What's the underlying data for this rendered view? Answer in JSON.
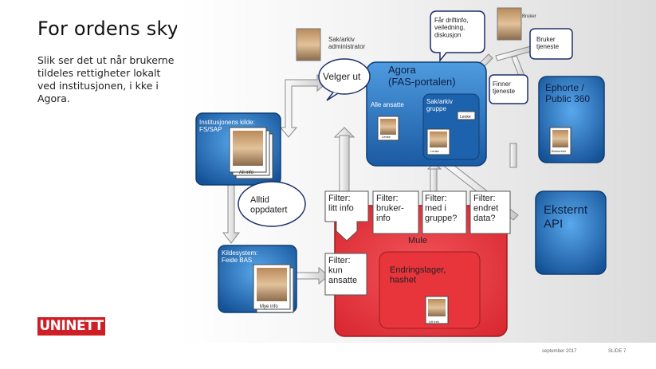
{
  "slide": {
    "title": "For ordens skyld",
    "subtitle": "Slik ser det ut når brukerne\ntildeles rettigheter lokalt\nved institusjonen, i kke i\nAgora.",
    "footer_date": "september 2017",
    "footer_slide": "SLIDE 7"
  },
  "logo": {
    "text": "UNINETT"
  },
  "colors": {
    "blue": "#1f6fbd",
    "red": "#e23b42",
    "callout_border": "#1f2f6a"
  },
  "diagram": {
    "bruker_caption": "Bruker",
    "sak_arkiv_admin": "Sak/arkiv\nadministrator",
    "callout_drift": "Får driftinfo,\nveiledning,\ndiskusjon",
    "callout_bruker_tjeneste": "Bruker\ntjeneste",
    "callout_velger": "Velger ut",
    "callout_finner": "Finner\ntjeneste",
    "callout_alltid": "Alltid\noppdatert",
    "agora_title": "Agora\n(FAS-portalen)",
    "alle_ansatte": "Alle ansatte",
    "sak_arkiv_gruppe": "Sak/arkiv\ngruppe",
    "lenke": "Lenke",
    "ephorte": "Ephorte /\nPublic 360",
    "inst_kilde": "Institusjonens kilde:\nFS/SAP",
    "all_info": "All info",
    "card_lenke": "Lenke",
    "card_brukerinfo": "Brukerinfo",
    "filter_litt": "Filter:\nlitt info",
    "filter_bruker": "Filter:\nbruker-\ninfo",
    "filter_med": "Filter:\nmed i\ngruppe?",
    "filter_endret": "Filter:\nendret\ndata?",
    "eksternt_api": "Eksternt\nAPI",
    "mule": "Mule",
    "filter_kun": "Filter:\nkun\nansatte",
    "endringslager": "Endringslager,\nhashet",
    "kildesystem": "Kildesystem:\nFeide BAS",
    "mye_info": "Mye info",
    "card_litt": "Litt info"
  }
}
